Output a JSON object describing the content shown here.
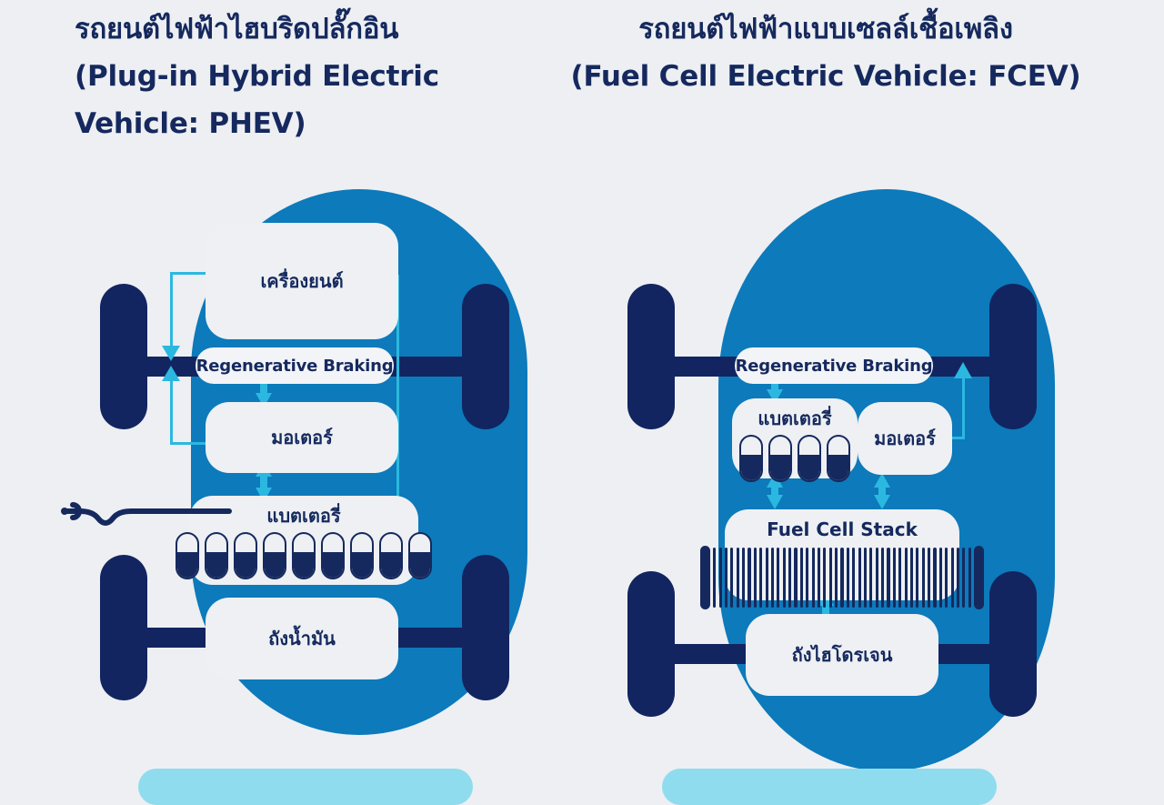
{
  "background_color": "#edeff2",
  "palette": {
    "navy": "#15295e",
    "deep_navy": "#122560",
    "car_blue": "#0c7abb",
    "cyan_arrow": "#2bb8e0",
    "card_grey": "#eef0f3",
    "bottom_card": "#8fdcef"
  },
  "phev": {
    "title_lines": [
      "รถยนต์ไฟฟ้าไฮบริดปลั๊กอิน",
      "(Plug-in Hybrid Electric",
      "Vehicle: PHEV)"
    ],
    "components": {
      "engine": "เครื่องยนต์",
      "regen": "Regenerative Braking",
      "motor": "มอเตอร์",
      "battery": "แบตเตอรี่",
      "fuel_tank": "ถังน้ำมัน"
    },
    "battery_cell_count": 9,
    "has_charge_plug": true,
    "icons": {
      "plug": "charge-plug-icon",
      "battery_cells": "battery-cells-icon"
    }
  },
  "fcev": {
    "title_lines": [
      "รถยนต์ไฟฟ้าแบบเซลล์เชื้อเพลิง",
      "(Fuel Cell Electric Vehicle: FCEV)"
    ],
    "components": {
      "regen": "Regenerative Braking",
      "battery": "แบตเตอรี่",
      "motor": "มอเตอร์",
      "fuel_cell_stack": "Fuel Cell Stack",
      "hydrogen_tank": "ถังไฮโดรเจน"
    },
    "battery_cell_count": 4,
    "fuel_cell_fin_count": 45,
    "has_charge_plug": false,
    "icons": {
      "battery_cells": "battery-cells-icon",
      "fuel_cell_stack": "fuel-cell-stack-icon"
    }
  }
}
